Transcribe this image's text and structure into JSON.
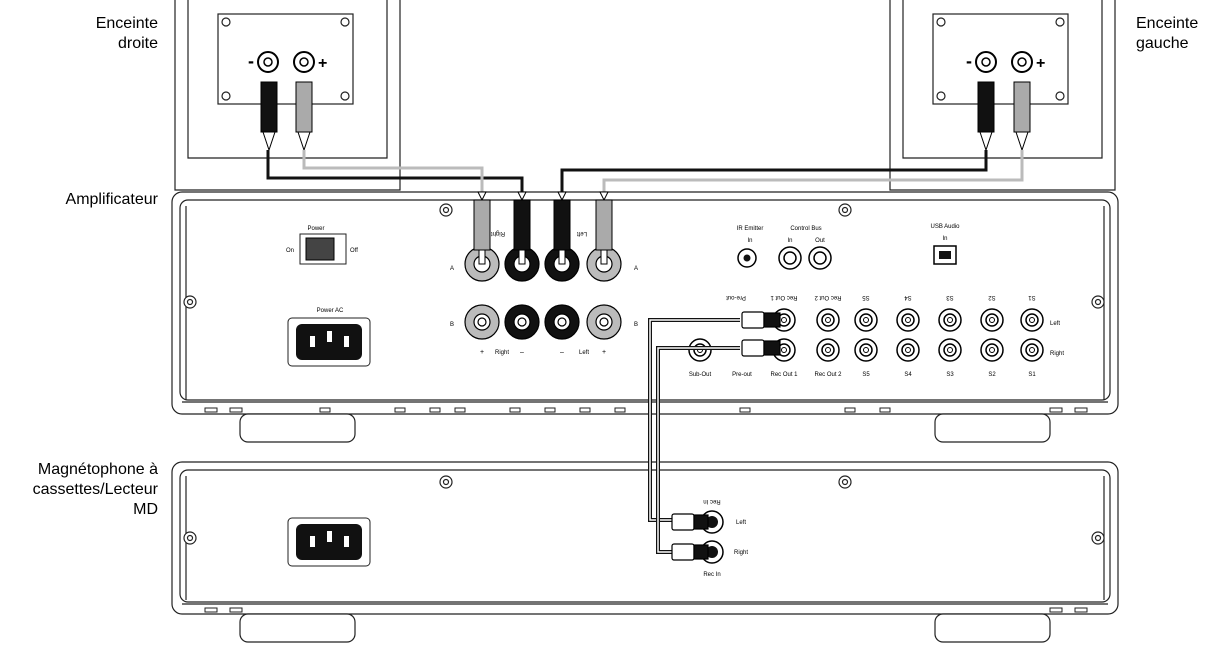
{
  "labels": {
    "right_speaker": "Enceinte\ndroite",
    "left_speaker": "Enceinte\ngauche",
    "amplifier": "Amplificateur",
    "tape_deck": "Magnétophone à\ncassettes/Lecteur\nMD"
  },
  "amp_panel": {
    "power_label": "Power",
    "power_on": "On",
    "power_off": "Off",
    "power_ac": "Power AC",
    "terminal_a": "A",
    "terminal_b": "B",
    "right_flipped": "Right",
    "left_flipped": "Left",
    "plus": "+",
    "minus": "–",
    "right": "Right",
    "left": "Left",
    "ir_emitter": "IR Emitter",
    "ir_in": "In",
    "control_bus": "Control Bus",
    "cb_in": "In",
    "cb_out": "Out",
    "usb_audio": "USB Audio",
    "usb_in": "In",
    "jack_top_labels": [
      "Pre-out",
      "Rec Out 1",
      "Rec Out 2",
      "S5",
      "S4",
      "S3",
      "S2",
      "S1"
    ],
    "jack_bottom_labels": [
      "Sub-Out",
      "Pre-out",
      "Rec Out 1",
      "Rec Out 2",
      "S5",
      "S4",
      "S3",
      "S2",
      "S1"
    ],
    "row_left": "Left",
    "row_right": "Right"
  },
  "tape_panel": {
    "rec_in_top": "Rec In",
    "left": "Left",
    "right": "Right",
    "rec_in_bottom": "Rec In"
  }
}
